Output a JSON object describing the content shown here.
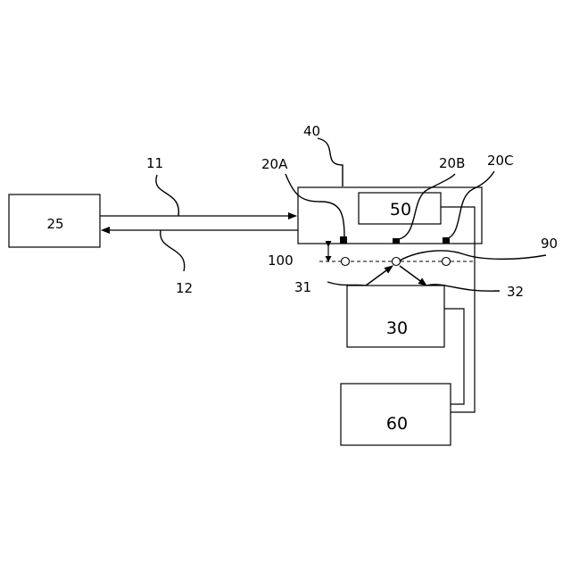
{
  "labels": {
    "block_25": "25",
    "block_30": "30",
    "block_50": "50",
    "block_60": "60",
    "ref_11": "11",
    "ref_12": "12",
    "ref_20a": "20A",
    "ref_20b": "20B",
    "ref_20c": "20C",
    "ref_31": "31",
    "ref_32": "32",
    "ref_40": "40",
    "ref_90": "90",
    "ref_100": "100"
  }
}
